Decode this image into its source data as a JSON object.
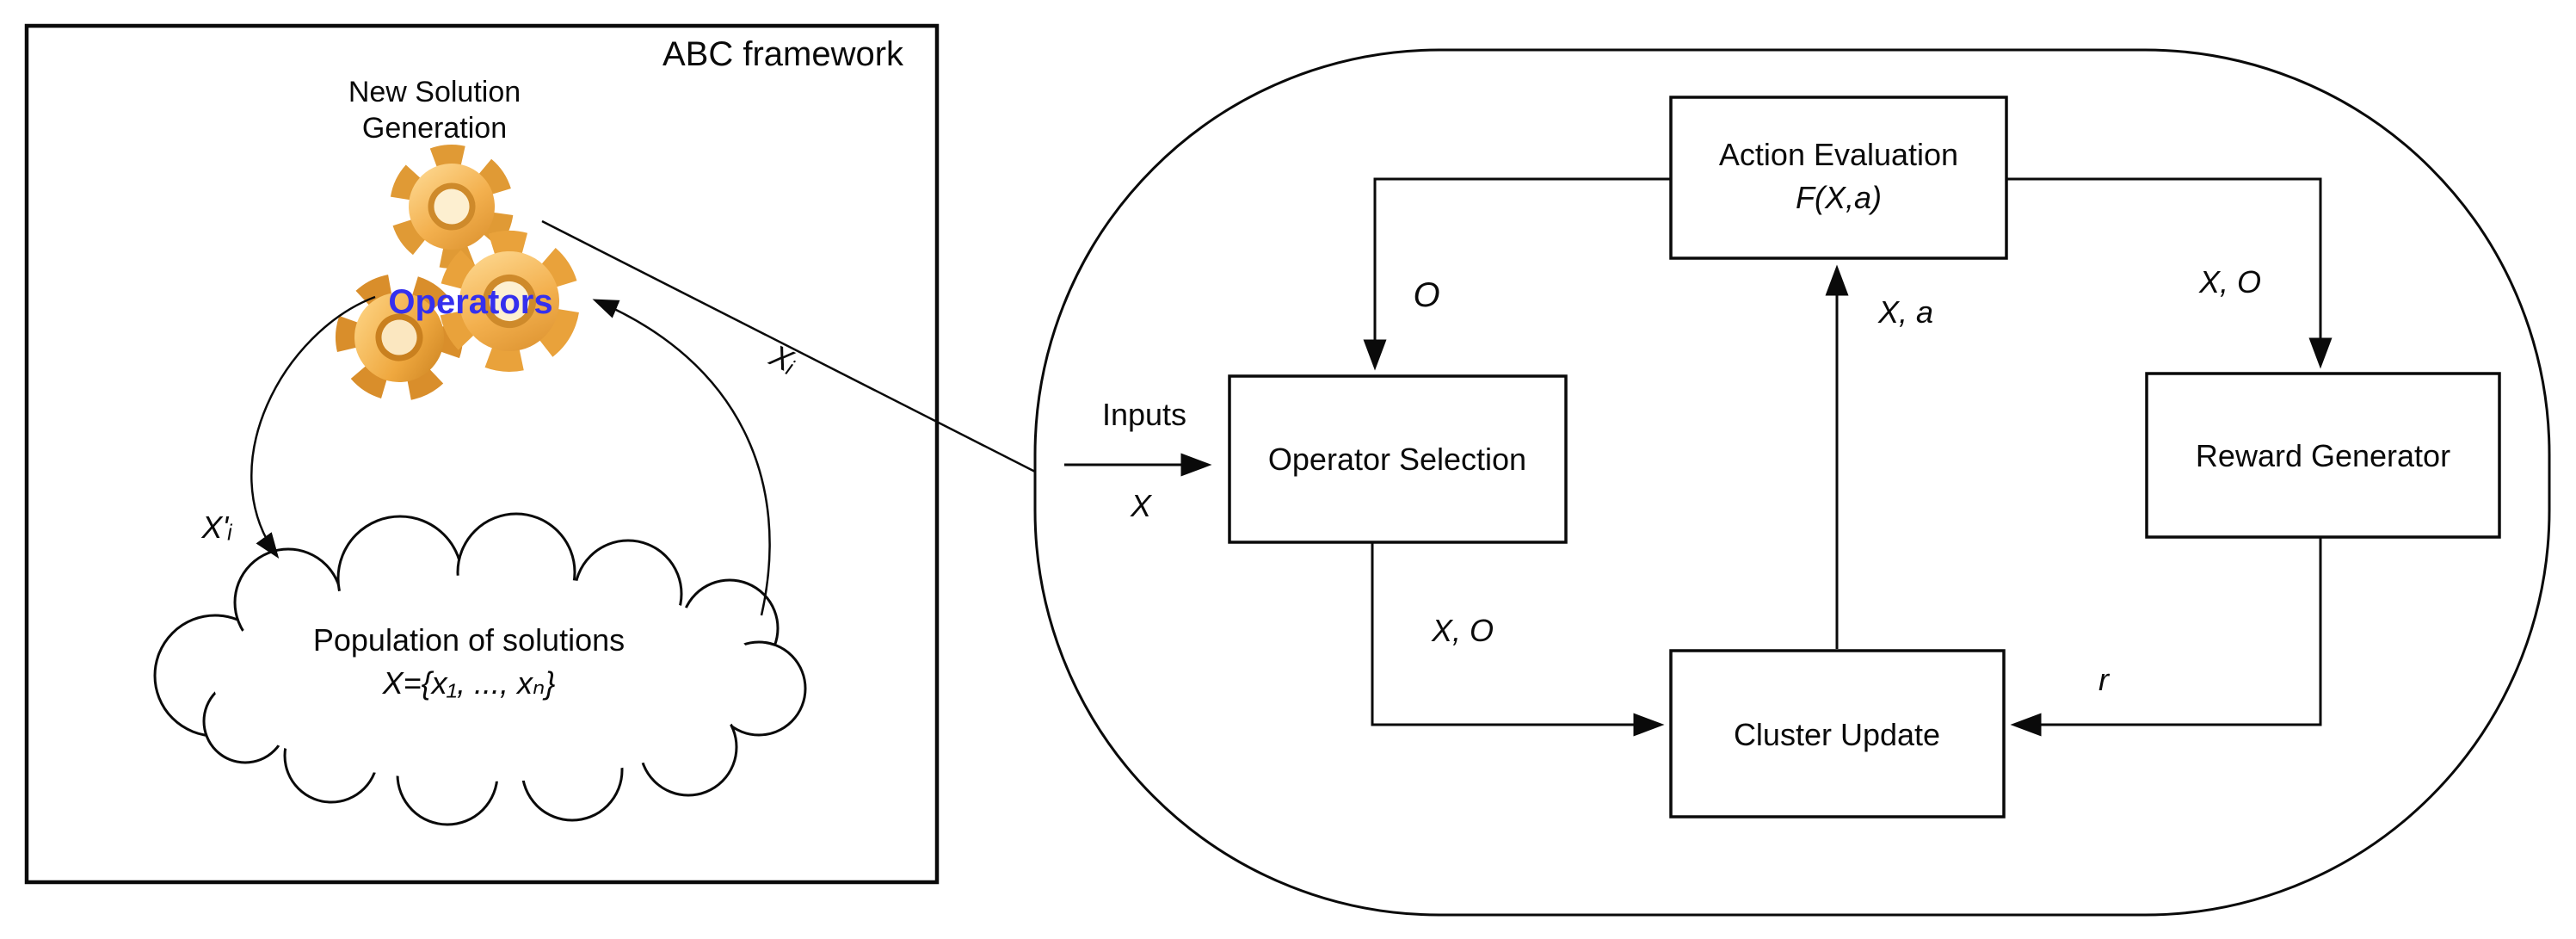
{
  "left_panel": {
    "title": "ABC framework",
    "generator_line1": "New Solution",
    "generator_line2": "Generation",
    "operators_label": "Operators",
    "cloud_line1": "Population of solutions",
    "cloud_line2": "X={x₁, ..., xₙ}",
    "edge_label_new_solution": "X'ᵢ",
    "edge_label_selected_solution": "Xᵢ"
  },
  "right_panel": {
    "nodes": {
      "action_evaluation_line1": "Action Evaluation",
      "action_evaluation_line2": "F(X,a)",
      "operator_selection": "Operator Selection",
      "reward_generator": "Reward Generator",
      "cluster_update": "Cluster Update"
    },
    "edge_labels": {
      "operator_out": "O",
      "state_operator_top": "X, O",
      "state_action": "X, a",
      "state_operator_bottom": "X, O",
      "reward": "r",
      "inputs": "Inputs",
      "inputs_value": "X"
    }
  },
  "colors": {
    "operators_blue": "#3530EE",
    "gear_orange_light": "#FFDE9A",
    "gear_orange": "#F3B04E",
    "gear_orange_dark": "#D98E2B",
    "line_black": "#0a0a0a",
    "background": "#ffffff"
  }
}
